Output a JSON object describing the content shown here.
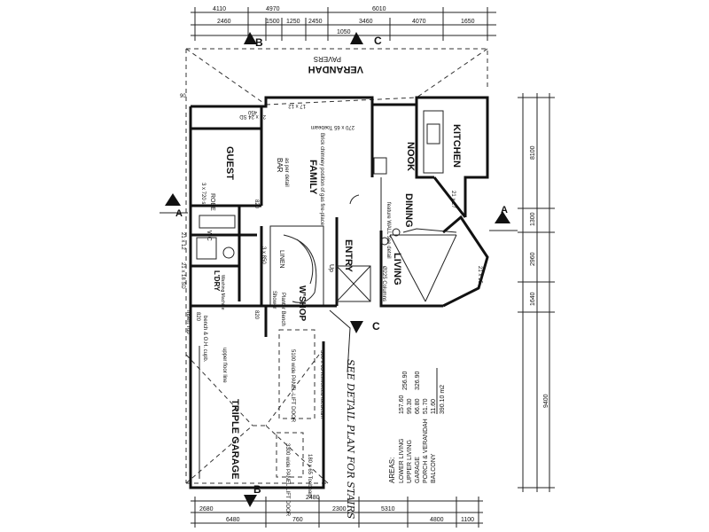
{
  "rooms": {
    "verandah": "VERANDAH",
    "pavers": "PAVERS",
    "nook": "NOOK",
    "kitchen": "KITCHEN",
    "family": "FAMILY",
    "guest": "GUEST",
    "dining": "DINING",
    "entry": "ENTRY",
    "living": "LIVING",
    "wshop": "W'SHOP",
    "triple_garage": "TRIPLE GARAGE",
    "robe": "ROBE",
    "lndry": "L'DRY",
    "linen": "LINEN",
    "up": "Up",
    "wc": "WC",
    "bar": "BAR",
    "bar_note": "as per detail",
    "fireplace": "Brick chimney position of gas fire-place",
    "feature_wall": "feature WALL see detail",
    "columns": "Ø225 Columns",
    "planter": "Planter Bench",
    "shower": "Shower",
    "door_garage_1": "5100 wide PANEL-LIFT DOOR",
    "door_garage_2": "3300 wide PANEL-LIFT DOOR",
    "upper_floor_line": "upper floor line",
    "bench": "bench & O.H. cupb.",
    "insert_tub": "Insert Tub",
    "wash": "Washing Machine",
    "dim_robe": "3 x 720 sl.",
    "dim_entry": "3 x 850",
    "lintel_1": "300 x 65 reinforced toeBeam",
    "lintel_2": "180 x 65 Toebeam",
    "lintel_3": "270 x 65 Toebeam"
  },
  "sections": {
    "a": "A",
    "b": "B",
    "c": "C"
  },
  "dims": {
    "top": [
      "4110",
      "4970",
      "6010",
      "2460",
      "1500",
      "1250",
      "2450",
      "1050",
      "3460",
      "4070",
      "1650"
    ],
    "bottom": [
      "2480",
      "6480",
      "2300",
      "5310",
      "4800",
      "1100",
      "760",
      "2680"
    ],
    "right": [
      "8100",
      "1300",
      "2960",
      "1640",
      "9400"
    ],
    "small": [
      "90",
      "820",
      "820",
      "820",
      "450",
      "17 x 12",
      "21 x 12",
      "21 x 15",
      "21 x 27",
      "21 x 18 SD",
      "21 x 24 SD"
    ]
  },
  "notes": {
    "handwritten": "SEE DETAIL PLAN FOR STAIRS"
  },
  "areas": {
    "title": "AREAS:",
    "rows": [
      {
        "label": "LOWER LIVING",
        "value": "157.60",
        "total": "256.90"
      },
      {
        "label": "UPPER LIVING",
        "value": "99.30",
        "total": ""
      },
      {
        "label": "GARAGE",
        "value": "66.80",
        "total": "326.90"
      },
      {
        "label": "PORCH & VERANDAH",
        "value": "51.70",
        "total": ""
      },
      {
        "label": "BALCONY",
        "value": "11.60",
        "total": ""
      }
    ],
    "grand_total": "390.10 m2"
  }
}
